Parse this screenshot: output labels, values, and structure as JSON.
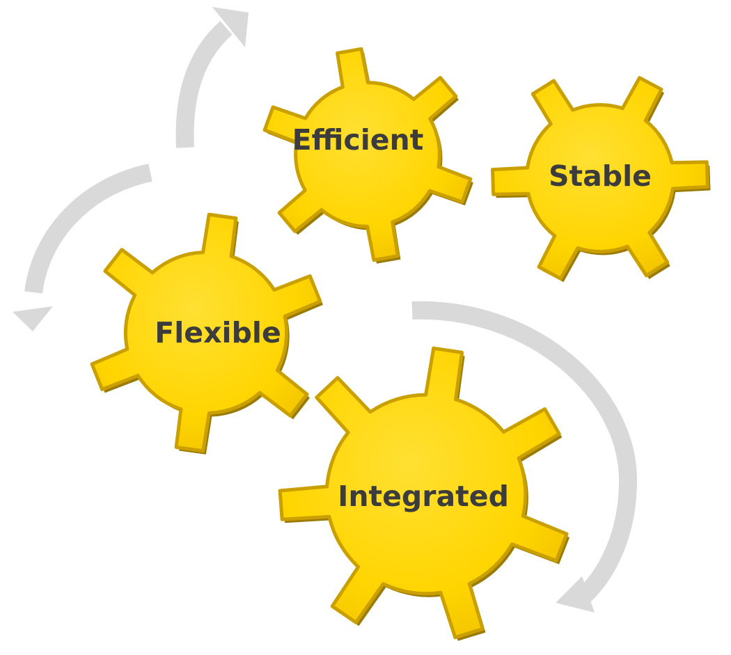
{
  "diagram": {
    "gears": [
      {
        "key": "efficient",
        "label": "Efficient"
      },
      {
        "key": "stable",
        "label": "Stable"
      },
      {
        "key": "flexible",
        "label": "Flexible"
      },
      {
        "key": "integrated",
        "label": "Integrated"
      }
    ],
    "arrows": [
      {
        "key": "arrow-top-left",
        "direction": "up"
      },
      {
        "key": "arrow-left",
        "direction": "down-left"
      },
      {
        "key": "arrow-right",
        "direction": "down"
      }
    ],
    "colors": {
      "gear_fill": "#FFD500",
      "gear_edge": "#C9A000",
      "gear_shadow": "#9A7A00",
      "label": "#3C3C3C",
      "arrow": "#D9D9D9"
    }
  }
}
